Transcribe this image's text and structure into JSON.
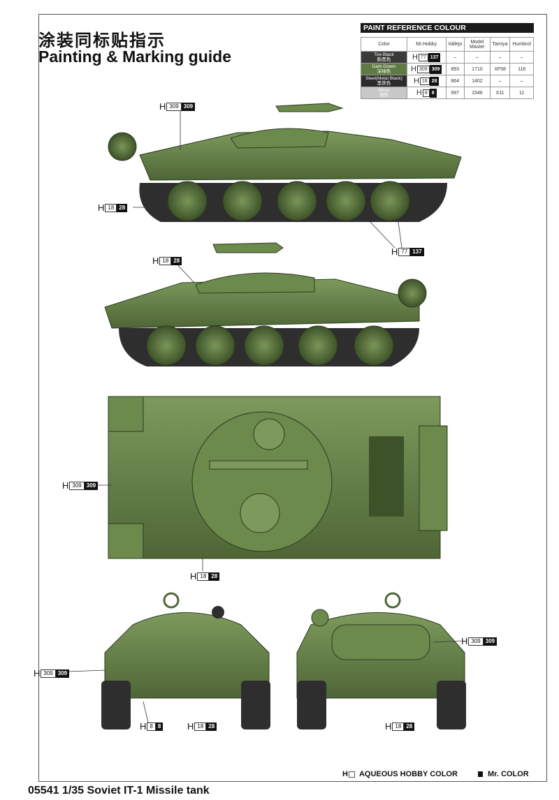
{
  "header": {
    "title_cn": "涂装同标贴指示",
    "title_en": "Painting & Marking guide"
  },
  "paint_table": {
    "title": "PAINT  REFERENCE COLOUR",
    "columns": [
      "Color",
      "Mr.Hobby",
      "Vallejo",
      "Model Master",
      "Tamiya",
      "Humbrol"
    ],
    "rows": [
      {
        "color_en": "Tire Black",
        "color_cn": "胎黑色",
        "swatch": "#3a3a3a",
        "h": "77",
        "m": "137",
        "vallejo": "–",
        "model_master": "–",
        "tamiya": "–",
        "humbrol": "–"
      },
      {
        "color_en": "Dark Green",
        "color_cn": "深绿色",
        "swatch": "#5f7a45",
        "h": "309",
        "m": "309",
        "vallejo": "893",
        "model_master": "1710",
        "tamiya": "XF58",
        "humbrol": "116"
      },
      {
        "color_en": "Steel(Metal Black)",
        "color_cn": "黑铁色",
        "swatch": "#2b2b2b",
        "h": "18",
        "m": "28",
        "vallejo": "864",
        "model_master": "1402",
        "tamiya": "–",
        "humbrol": "–"
      },
      {
        "color_en": "Silver",
        "color_cn": "银色",
        "swatch": "#c8c8c8",
        "h": "8",
        "m": "8",
        "vallejo": "997",
        "model_master": "1546",
        "tamiya": "X11",
        "humbrol": "11"
      }
    ]
  },
  "callouts": [
    {
      "h": "309",
      "m": "309"
    },
    {
      "h": "18",
      "m": "28"
    },
    {
      "h": "77",
      "m": "137"
    },
    {
      "h": "18",
      "m": "28"
    },
    {
      "h": "309",
      "m": "309"
    },
    {
      "h": "18",
      "m": "28"
    },
    {
      "h": "309",
      "m": "309"
    },
    {
      "h": "8",
      "m": "8"
    },
    {
      "h": "18",
      "m": "28"
    },
    {
      "h": "309",
      "m": "309"
    },
    {
      "h": "18",
      "m": "28"
    }
  ],
  "h_letter": "H",
  "legend": {
    "aqueous": "AQUEOUS HOBBY COLOR",
    "mr": "Mr. COLOR"
  },
  "footer": "05541 1/35  Soviet IT-1 Missile tank",
  "colors": {
    "tank_green": "#5f7a45",
    "track": "#2e2e2e"
  }
}
